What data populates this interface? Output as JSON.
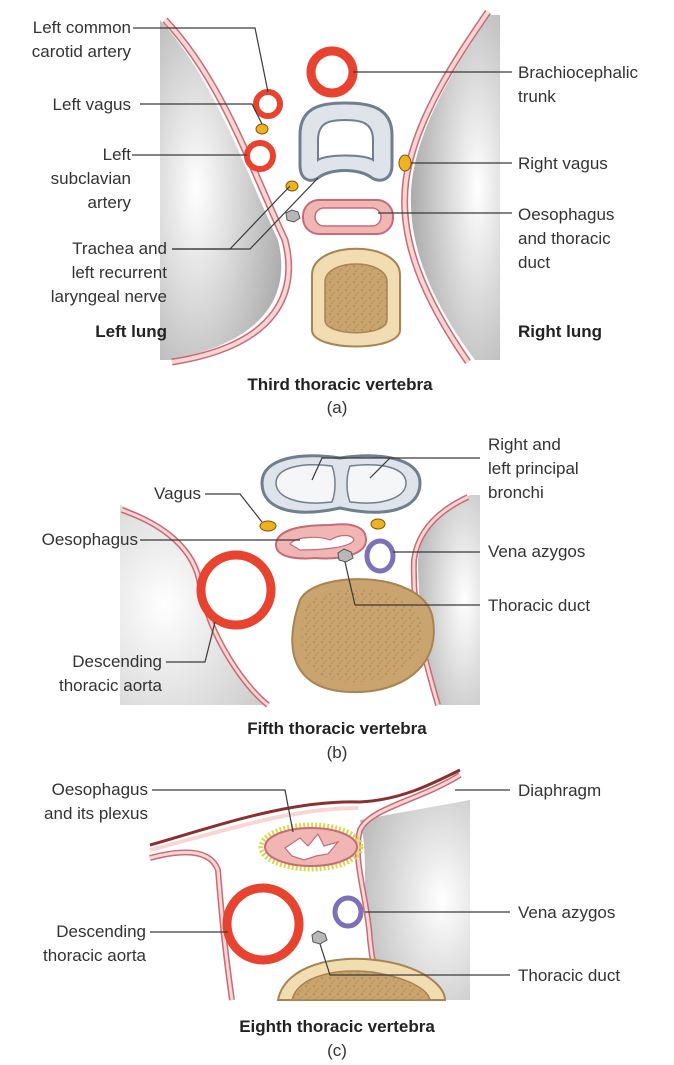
{
  "colors": {
    "artery": "#e8432e",
    "artery_inner": "#ffffff",
    "nerve": "#f0b21e",
    "pleura_line": "#c86a78",
    "pleura_fill": "#f7d6d4",
    "lung_shadow": "#8a8a8a",
    "trachea": "#8a9aaa",
    "trachea_inner": "#dfe4ea",
    "vertebra_outer": "#f2dcb2",
    "vertebra_body": "#c9a46e",
    "oesophagus": "#f0b6b4",
    "azygos": "#7d6fb8",
    "diaphragm": "#8a3030",
    "plexus": "#d9d84a"
  },
  "panel_a": {
    "labels": {
      "left_common_carotid": [
        "Left common",
        "carotid artery"
      ],
      "left_vagus": "Left vagus",
      "left_subclavian": [
        "Left",
        "subclavian",
        "artery"
      ],
      "trachea_rln": [
        "Trachea and",
        "left recurrent",
        "laryngeal nerve"
      ],
      "left_lung": "Left lung",
      "brachiocephalic": [
        "Brachiocephalic",
        "trunk"
      ],
      "right_vagus": "Right vagus",
      "oesophagus_duct": [
        "Oesophagus",
        "and thoracic",
        "duct"
      ],
      "right_lung": "Right lung"
    },
    "title": "Third thoracic vertebra",
    "caption": "(a)"
  },
  "panel_b": {
    "labels": {
      "bronchi": [
        "Right and",
        "left principal",
        "bronchi"
      ],
      "vagus": "Vagus",
      "oesophagus": "Oesophagus",
      "vena_azygos": "Vena azygos",
      "thoracic_duct": "Thoracic duct",
      "descending_aorta": [
        "Descending",
        "thoracic aorta"
      ]
    },
    "title": "Fifth thoracic vertebra",
    "caption": "(b)"
  },
  "panel_c": {
    "labels": {
      "oesophagus_plexus": [
        "Oesophagus",
        "and its plexus"
      ],
      "diaphragm": "Diaphragm",
      "vena_azygos": "Vena azygos",
      "descending_aorta": [
        "Descending",
        "thoracic aorta"
      ],
      "thoracic_duct": "Thoracic duct"
    },
    "title": "Eighth thoracic vertebra",
    "caption": "(c)"
  }
}
